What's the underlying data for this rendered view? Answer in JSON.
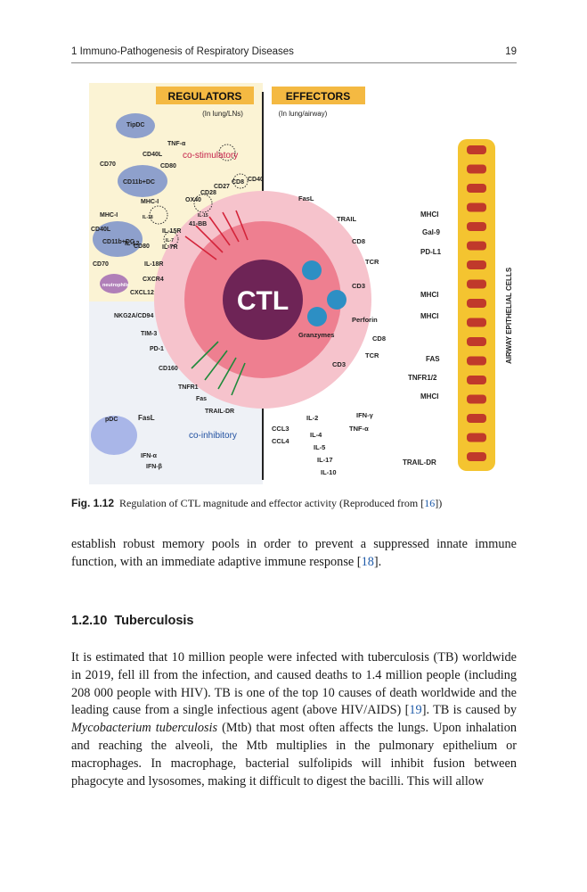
{
  "header": {
    "chapter": "1   Immuno-Pathogenesis of Respiratory Diseases",
    "page_number": "19"
  },
  "figure": {
    "regulators_title": "REGULATORS",
    "regulators_sub": "(In lung/LNs)",
    "effectors_title": "EFFECTORS",
    "effectors_sub": "(In lung/airway)",
    "center_label": "CTL",
    "costim_label": "co-stimulatory",
    "coinhib_label": "co-inhibitory",
    "airway_label": "AIRWAY EPITHELIAL CELLS",
    "regulator_labels": [
      "TipDC",
      "TNF-α",
      "CD40L",
      "CD80",
      "CD70",
      "CD11b+DC",
      "MHC-I",
      "MHC-I",
      "CD40L",
      "CD11b+DC",
      "CD80",
      "CD70",
      "neutrophils",
      "CXCL12",
      "IL-12",
      "41-BB",
      "IL-15R",
      "IL-7R",
      "IL-18R",
      "CXCR4",
      "OX40",
      "CD28",
      "CD27",
      "CD8",
      "CD40",
      "IL-15",
      "IL-18",
      "IL-7",
      "NKG2A/CD94",
      "TIM-3",
      "PD-1",
      "CD160",
      "TNFR1",
      "Fas",
      "TRAIL-DR",
      "pDC",
      "FasL",
      "IFN-α",
      "IFN-β"
    ],
    "effector_labels": [
      "FasL",
      "TRAIL",
      "CD8",
      "TCR",
      "CD3",
      "Perforin",
      "Granzymes",
      "CD8",
      "TCR",
      "CD3",
      "IFN-γ",
      "TNF-α",
      "IL-2",
      "CCL3",
      "CCL4",
      "IL-4",
      "IL-5",
      "IL-17",
      "IL-10"
    ],
    "epithelial_receptors": [
      "MHCI",
      "Gal-9",
      "PD-L1",
      "MHCI",
      "MHCI",
      "FAS",
      "TNFR1/2",
      "MHCI",
      "TRAIL-DR"
    ]
  },
  "caption": {
    "label": "Fig. 1.12",
    "text": "Regulation of CTL magnitude and effector activity (Reproduced from [",
    "ref": "16",
    "end": "])"
  },
  "paragraph1": {
    "text": "establish robust memory pools in order to prevent a suppressed innate immune function, with an immediate adaptive immune response [",
    "ref": "18",
    "end": "]."
  },
  "section": {
    "number": "1.2.10",
    "title": "Tuberculosis"
  },
  "paragraph2": {
    "a": "It is estimated that 10 million people were infected with tuberculosis (TB) worldwide in 2019, fell ill from the infection, and caused deaths to 1.4 million people (including 208 000 people with HIV). TB is one of the top 10 causes of death worldwide and the leading cause from a single infectious agent (above HIV/AIDS) [",
    "ref": "19",
    "b": "]. TB is caused by ",
    "italic": "Mycobacterium tuberculosis",
    "c": " (Mtb) that most often affects the lungs. Upon inhalation and reaching the alveoli, the Mtb multiplies in the pulmonary epithelium or macrophages. In macrophage, bacterial sulfolipids will inhibit fusion between phagocyte and lysosomes, making it difficult to digest the bacilli. This will allow"
  }
}
